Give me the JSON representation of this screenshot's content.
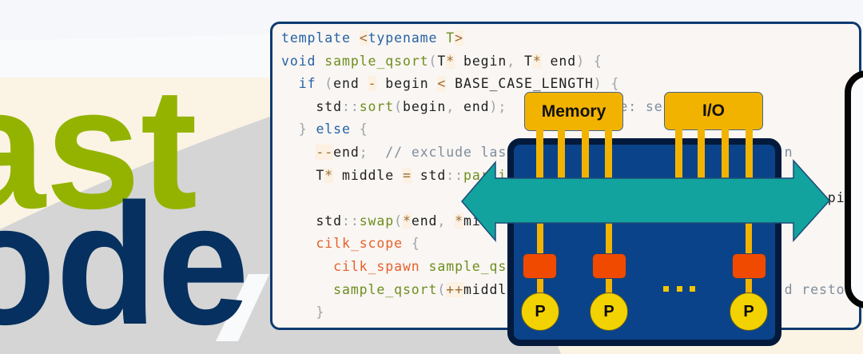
{
  "headline": {
    "line1": "ast",
    "line2": "ode"
  },
  "colors": {
    "headline_green": "#93b300",
    "headline_navy": "#06305f",
    "code_border": "#0d3a70",
    "chip_fill": "#0a4389",
    "bus_amber": "#f2b300",
    "cache_red": "#f04a00",
    "processor_yellow": "#f2d200",
    "arrow_teal": "#12a39e"
  },
  "code": {
    "lines": [
      [
        [
          "template",
          "kw"
        ],
        [
          " ",
          ""
        ],
        [
          "<",
          "op"
        ],
        [
          "typename",
          "kw"
        ],
        [
          " ",
          ""
        ],
        [
          "T",
          "fn"
        ],
        [
          ">",
          "op"
        ]
      ],
      [
        [
          "void",
          "kw"
        ],
        [
          " ",
          ""
        ],
        [
          "sample_qsort",
          "fn"
        ],
        [
          "(",
          "pn"
        ],
        [
          "T",
          "id"
        ],
        [
          "*",
          "op"
        ],
        [
          " begin",
          "id"
        ],
        [
          ",",
          "pn"
        ],
        [
          " T",
          "id"
        ],
        [
          "*",
          "op"
        ],
        [
          " end",
          "id"
        ],
        [
          ")",
          "pn"
        ],
        [
          " ",
          ""
        ],
        [
          "{",
          "pn"
        ]
      ],
      [
        [
          "  ",
          ""
        ],
        [
          "if",
          "kw"
        ],
        [
          " ",
          ""
        ],
        [
          "(",
          "pn"
        ],
        [
          "end",
          "id"
        ],
        [
          " ",
          ""
        ],
        [
          "-",
          "op"
        ],
        [
          " begin ",
          "id"
        ],
        [
          "<",
          "op"
        ],
        [
          " BASE_CASE_LENGTH",
          "id"
        ],
        [
          ")",
          "pn"
        ],
        [
          " ",
          ""
        ],
        [
          "{",
          "pn"
        ]
      ],
      [
        [
          "    std",
          "id"
        ],
        [
          "::",
          "pn"
        ],
        [
          "sort",
          "fn"
        ],
        [
          "(",
          "pn"
        ],
        [
          "begin",
          "id"
        ],
        [
          ",",
          "pn"
        ],
        [
          " end",
          "id"
        ],
        [
          ")",
          "pn"
        ],
        [
          ";",
          "pn"
        ],
        [
          "             ",
          ""
        ],
        [
          "e: se",
          "cm"
        ]
      ],
      [
        [
          "  ",
          ""
        ],
        [
          "}",
          "pn"
        ],
        [
          " ",
          ""
        ],
        [
          "else",
          "kw"
        ],
        [
          " ",
          ""
        ],
        [
          "{",
          "pn"
        ]
      ],
      [
        [
          "    ",
          ""
        ],
        [
          "--",
          "op"
        ],
        [
          "end",
          "id"
        ],
        [
          ";",
          "pn"
        ],
        [
          "  ",
          ""
        ],
        [
          "// exclude las",
          "cm"
        ],
        [
          "                                ",
          ""
        ],
        [
          "n",
          "cm"
        ]
      ],
      [
        [
          "    T",
          "id"
        ],
        [
          "*",
          "op"
        ],
        [
          " middle ",
          "id"
        ],
        [
          "=",
          "op"
        ],
        [
          " std",
          "id"
        ],
        [
          "::",
          "pn"
        ],
        [
          "parti",
          "fn"
        ]
      ],
      [
        [
          "                                                               ",
          ""
        ],
        [
          "pi",
          "id"
        ]
      ],
      [
        [
          "    std",
          "id"
        ],
        [
          "::",
          "pn"
        ],
        [
          "swap",
          "fn"
        ],
        [
          "(",
          "pn"
        ],
        [
          "*",
          "op"
        ],
        [
          "end",
          "id"
        ],
        [
          ",",
          "pn"
        ],
        [
          " ",
          ""
        ],
        [
          "*",
          "op"
        ],
        [
          "mi",
          "id"
        ]
      ],
      [
        [
          "    ",
          ""
        ],
        [
          "cilk_scope",
          "ck"
        ],
        [
          " ",
          ""
        ],
        [
          "{",
          "pn"
        ]
      ],
      [
        [
          "      ",
          ""
        ],
        [
          "cilk_spawn",
          "ck"
        ],
        [
          " ",
          ""
        ],
        [
          "sample_qs",
          "fn"
        ]
      ],
      [
        [
          "      ",
          ""
        ],
        [
          "sample_qsort",
          "fn"
        ],
        [
          "(",
          "pn"
        ],
        [
          "++",
          "op"
        ],
        [
          "middl",
          "id"
        ],
        [
          "                                ",
          ""
        ],
        [
          "d resto",
          "cm"
        ]
      ],
      [
        [
          "    ",
          ""
        ],
        [
          "}",
          "pn"
        ]
      ]
    ]
  },
  "diagram": {
    "memory_label": "Memory",
    "io_label": "I/O",
    "processor_label": "P"
  }
}
